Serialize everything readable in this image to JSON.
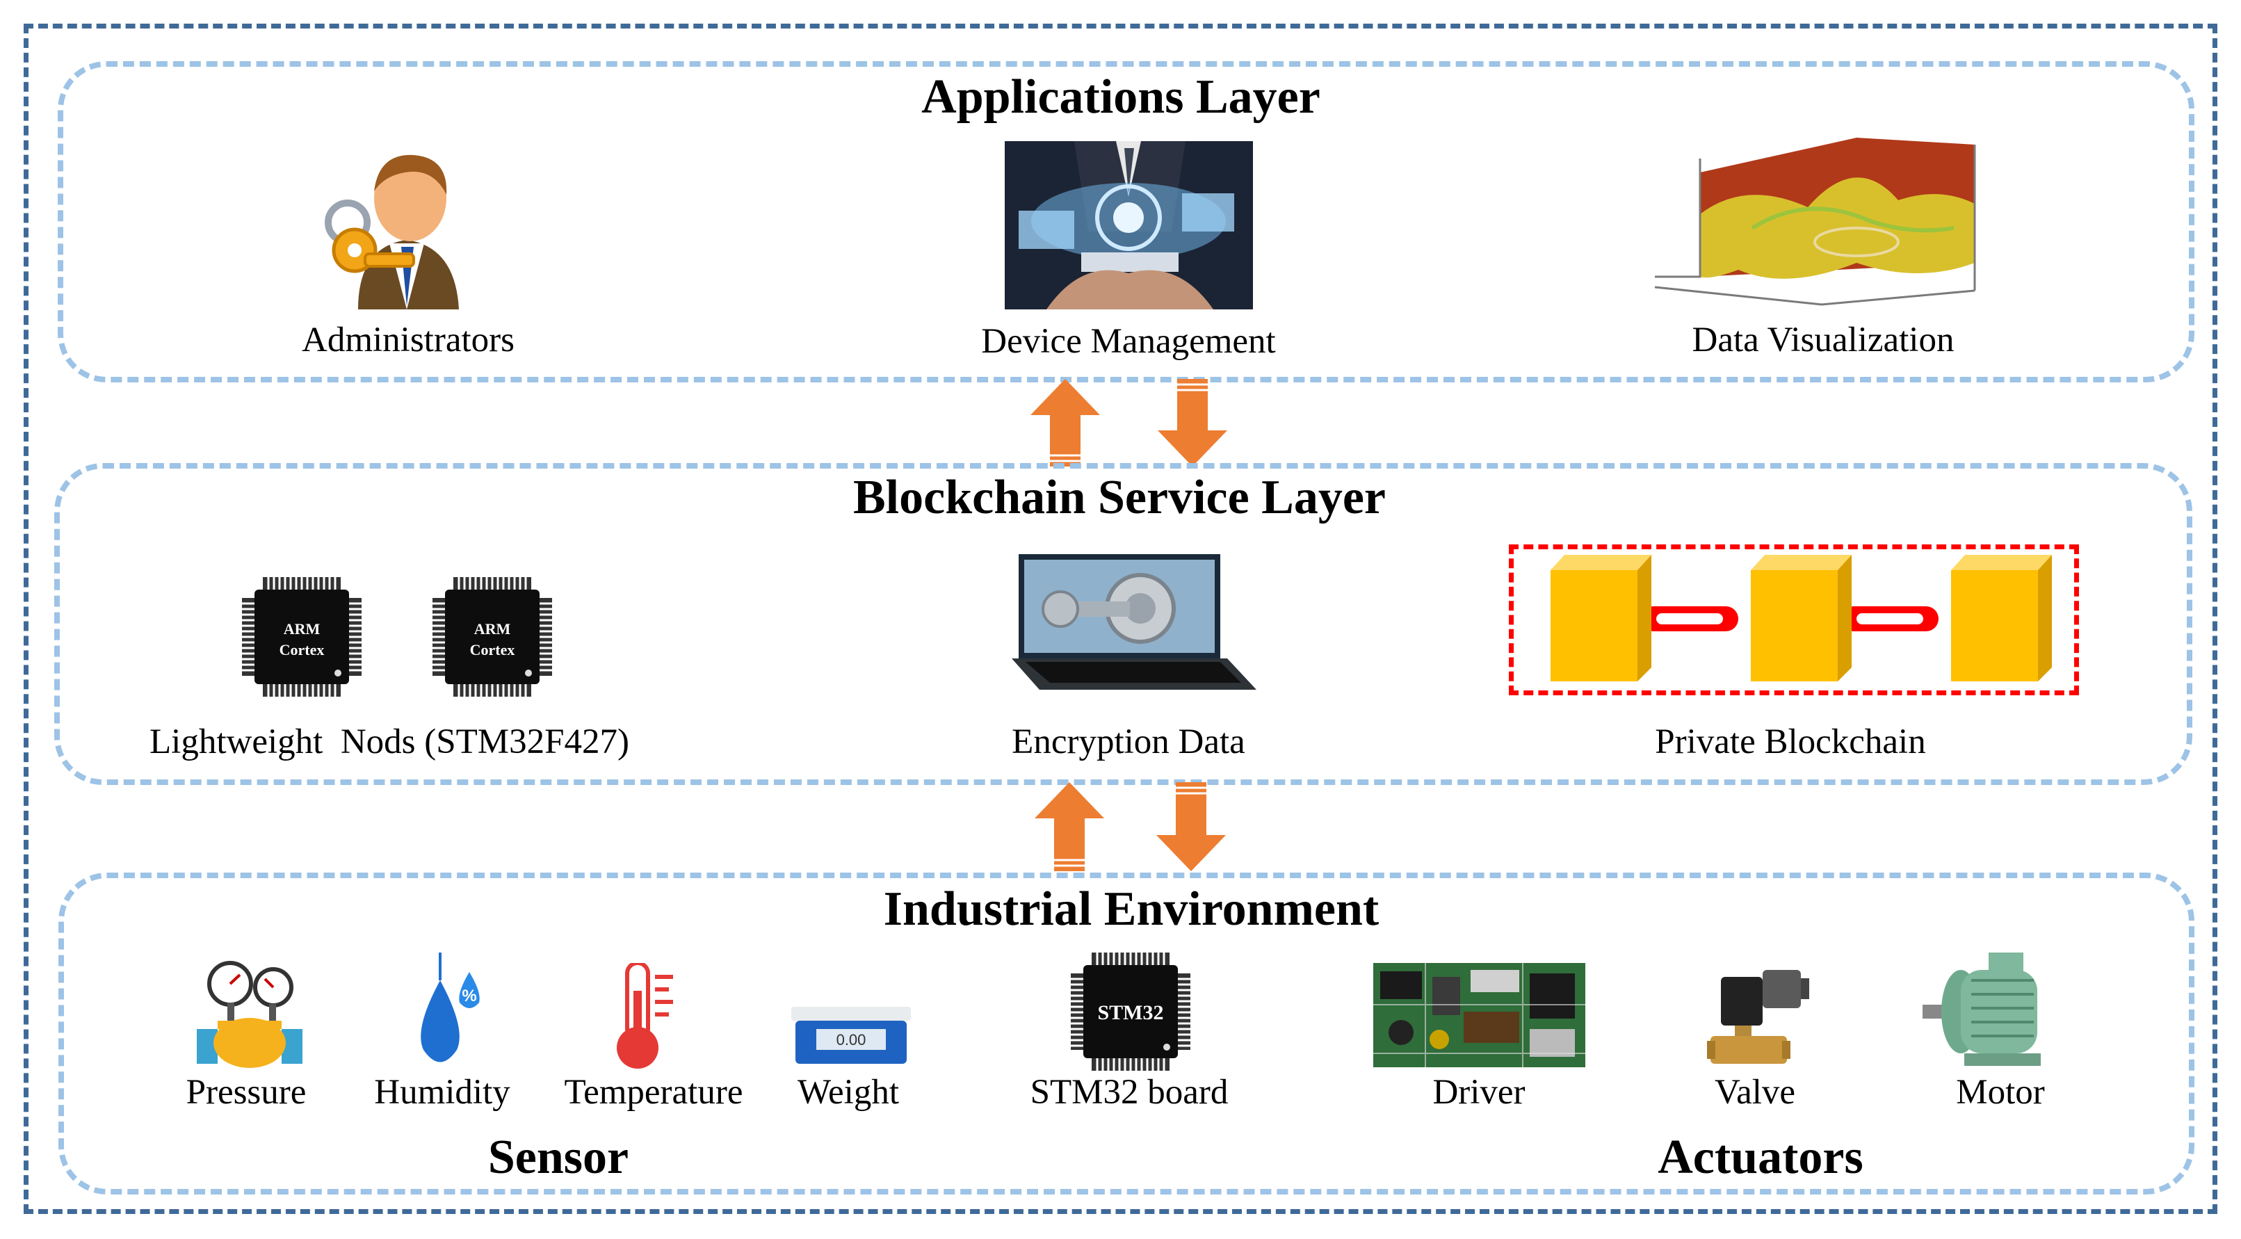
{
  "applications_layer": {
    "title": "Applications Layer",
    "items": [
      {
        "label": "Administrators",
        "icon": "administrator-key-icon"
      },
      {
        "label": "Device Management",
        "icon": "device-management-photo"
      },
      {
        "label": "Data Visualization",
        "icon": "3d-surface-plot-icon"
      }
    ]
  },
  "blockchain_layer": {
    "title": "Blockchain Service Layer",
    "chip_text": [
      "ARM",
      "Cortex"
    ],
    "items": [
      {
        "label": "Lightweight  Nods (STM32F427)",
        "icon": "arm-cortex-chip-icon"
      },
      {
        "label": "Encryption Data",
        "icon": "laptop-key-icon"
      },
      {
        "label": "Private Blockchain",
        "icon": "blockchain-blocks-icon"
      }
    ]
  },
  "industrial_layer": {
    "title": "Industrial Environment",
    "sensor_title": "Sensor",
    "actuators_title": "Actuators",
    "stm32_chip_text": "STM32",
    "scale_readout": "0.00",
    "items": [
      {
        "label": "Pressure",
        "icon": "pressure-gauge-icon"
      },
      {
        "label": "Humidity",
        "icon": "humidity-drop-icon"
      },
      {
        "label": "Temperature",
        "icon": "thermometer-icon"
      },
      {
        "label": "Weight",
        "icon": "scale-icon"
      },
      {
        "label": "STM32 board",
        "icon": "stm32-chip-icon"
      },
      {
        "label": "Driver",
        "icon": "circuit-board-icon"
      },
      {
        "label": "Valve",
        "icon": "solenoid-valve-icon"
      },
      {
        "label": "Motor",
        "icon": "electric-motor-icon"
      }
    ]
  },
  "colors": {
    "outer_border": "#3f6a98",
    "layer_border": "#9dc3e6",
    "arrow": "#ed7d31",
    "blockchain_border": "#ff0000",
    "block": "#ffc000"
  }
}
